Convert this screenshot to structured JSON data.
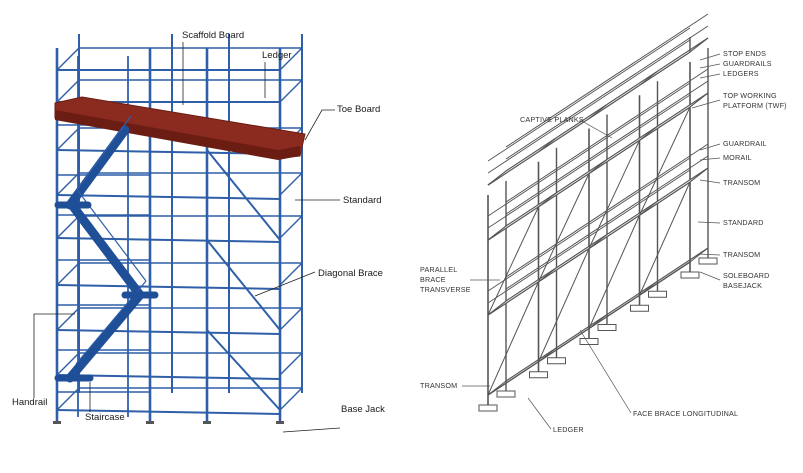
{
  "left_diagram": {
    "labels": {
      "scaffold_board": "Scaffold Board",
      "ledger": "Ledger",
      "toe_board": "Toe Board",
      "standard": "Standard",
      "diagonal_brace": "Diagonal Brace",
      "handrail": "Handrail",
      "staircase": "Staircase",
      "base_jack": "Base Jack"
    },
    "colors": {
      "tube": "#2f5fa8",
      "stair": "#1f4f96",
      "board": "#8b2a1f",
      "board_edge": "#6b1d14"
    }
  },
  "right_diagram": {
    "labels": {
      "stop_ends": "STOP ENDS",
      "guardrails": "GUARDRAILS",
      "ledgers": "LEDGERS",
      "top_working_platform": "TOP WORKING",
      "top_working_platform_2": "PLATFORM (TWF)",
      "captive_planks": "CAPTIVE PLANKS",
      "guardrail": "GUARDRAIL",
      "morail": "MORAIL",
      "transom_top": "TRANSOM",
      "standard": "STANDARD",
      "transom_mid": "TRANSOM",
      "soleboard": "SOLEBOARD",
      "basejack": "BASEJACK",
      "parallel": "PARALLEL",
      "brace": "BRACE",
      "transverse": "TRANSVERSE",
      "transom_left": "TRANSOM",
      "face_brace": "FACE BRACE LONGITUDINAL",
      "ledger": "LEDGER"
    },
    "colors": {
      "line": "#555555"
    }
  }
}
